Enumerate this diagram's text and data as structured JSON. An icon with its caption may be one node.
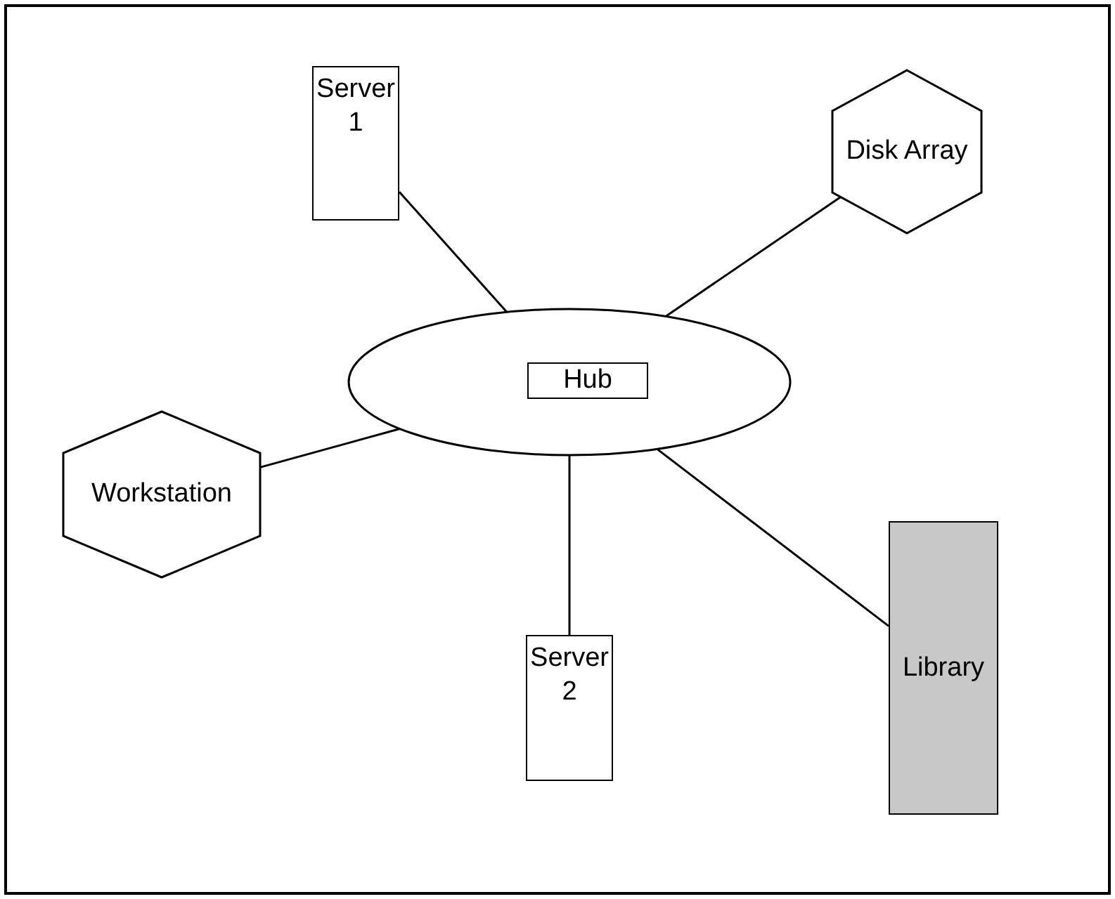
{
  "diagram": {
    "nodes": [
      {
        "text": [
          "Server 1"
        ]
      },
      {
        "text": [
          "Disk Array"
        ]
      },
      {
        "text": [],
        "shape": "ellipse"
      },
      {
        "text": [
          "Hub"
        ],
        "in": 2
      },
      {
        "text": [
          "Workstation"
        ]
      },
      {
        "text": [
          "Server 2"
        ]
      },
      {
        "text": [
          "Library"
        ]
      }
    ],
    "edges": [
      {
        "from": 0,
        "to": 2,
        "arrow": "none"
      },
      {
        "from": 1,
        "to": 2,
        "arrow": "none"
      },
      {
        "from": 4,
        "to": 2,
        "arrow": "none"
      },
      {
        "from": 2,
        "to": 5,
        "arrow": "none"
      },
      {
        "from": 2,
        "to": 6,
        "arrow": "none"
      }
    ]
  }
}
